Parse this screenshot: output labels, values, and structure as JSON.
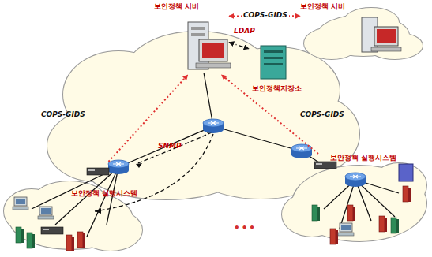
{
  "diagram": {
    "nodes": [
      {
        "text": [
          "보안정책 서버"
        ]
      },
      {
        "text": [
          "보안정책 서버"
        ]
      },
      {
        "text": [
          "보안정책저장소"
        ]
      },
      {
        "text": [
          "보안정책 실행시스템"
        ]
      },
      {
        "text": [
          "보안정책 실행시스템"
        ]
      }
    ],
    "edges": [
      {
        "from": 0,
        "to": 1,
        "arrow": "both",
        "label": "COPS-GIDS"
      },
      {
        "from": 0,
        "to": 2,
        "arrow": "both",
        "label": "LDAP"
      },
      {
        "from": 3,
        "to": 0,
        "arrow": "to",
        "label": "COPS-GIDS"
      },
      {
        "from": 4,
        "to": 0,
        "arrow": "to",
        "label": "COPS-GIDS"
      }
    ],
    "labels": [
      "SNMP",
      "•••"
    ]
  }
}
